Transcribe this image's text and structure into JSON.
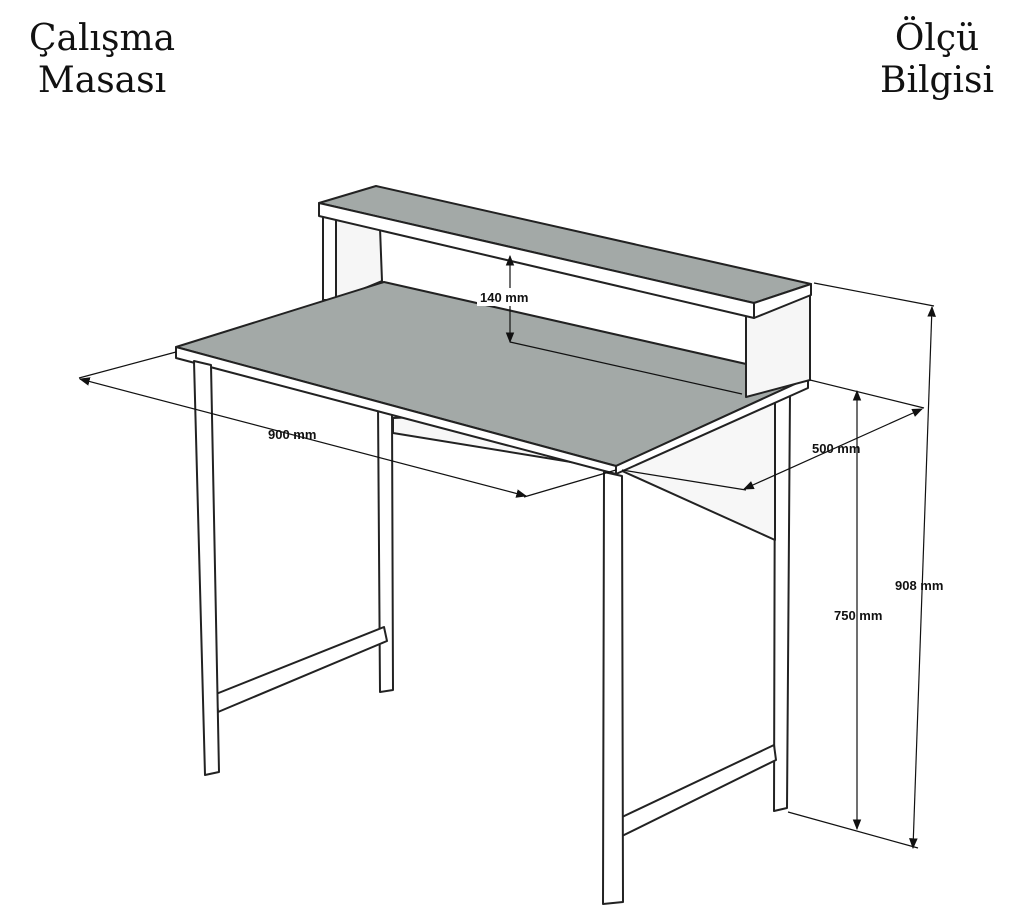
{
  "header": {
    "left_title": [
      "Çalışma",
      "Masası"
    ],
    "right_title": [
      "Ölçü",
      "Bilgisi"
    ]
  },
  "dimensions": {
    "hutch_height": "140 mm",
    "width": "900 mm",
    "depth": "500 mm",
    "desk_height": "750 mm",
    "total_height": "908 mm"
  },
  "colors": {
    "top_surface": "#a3a9a7",
    "white_panel": "#ffffff",
    "side_panel": "#f6f6f6",
    "outline": "#222222"
  }
}
